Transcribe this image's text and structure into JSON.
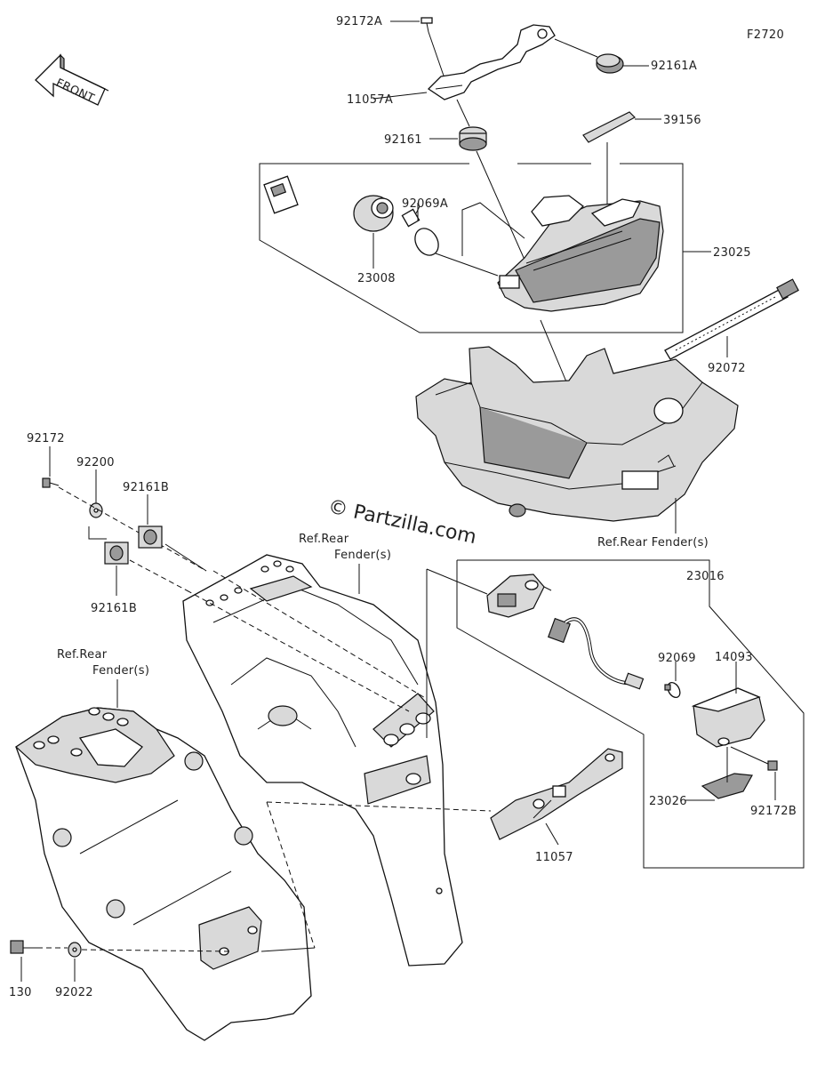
{
  "figure_code": "F2720",
  "front_label": "FRONT",
  "watermark": "© Partzilla.com",
  "callouts": {
    "p92172A": "92172A",
    "p92161A": "92161A",
    "p11057A": "11057A",
    "p39156": "39156",
    "p92161": "92161",
    "p92069A": "92069A",
    "p23025": "23025",
    "p23008": "23008",
    "p92072": "92072",
    "p92172": "92172",
    "p92200": "92200",
    "p92161B_top": "92161B",
    "p92161B_bottom": "92161B",
    "p23016": "23016",
    "p92069": "92069",
    "p14093": "14093",
    "p23026": "23026",
    "p92172B": "92172B",
    "p11057": "11057",
    "p130": "130",
    "p92022": "92022"
  },
  "references": {
    "rear_fender_right": "Ref.Rear Fender(s)",
    "rear_fender_center_line1": "Ref.Rear",
    "rear_fender_center_line2": "Fender(s)",
    "rear_fender_left_line1": "Ref.Rear",
    "rear_fender_left_line2": "Fender(s)"
  }
}
